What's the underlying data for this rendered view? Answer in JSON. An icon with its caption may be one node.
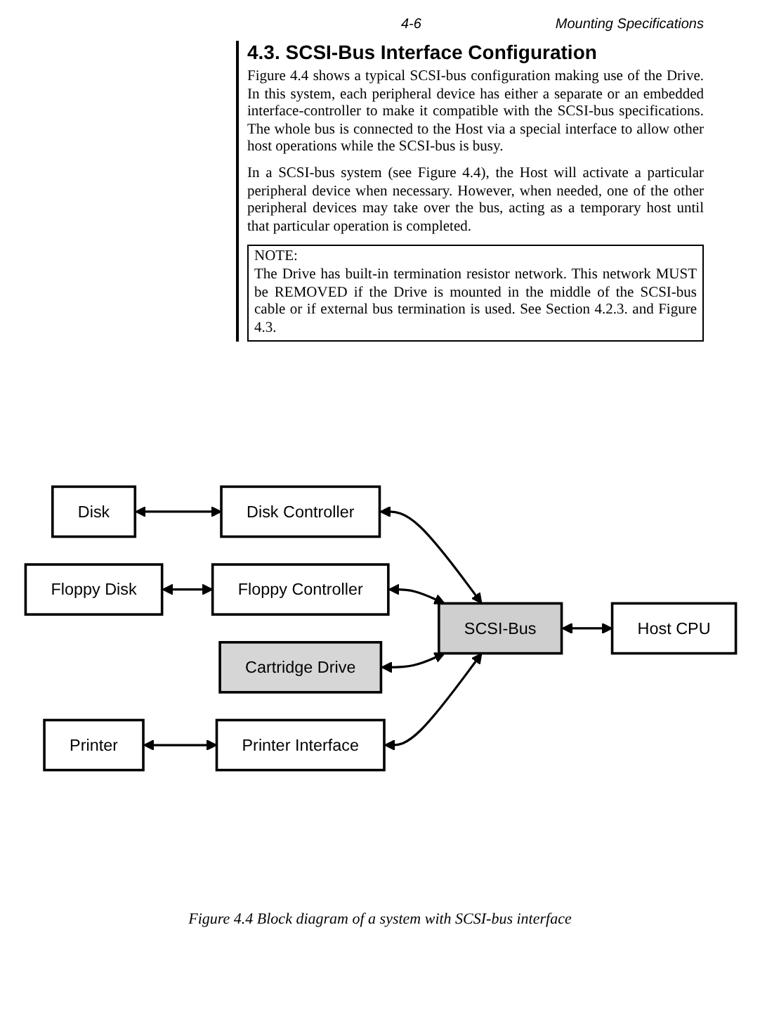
{
  "diagram": {
    "title": "4.3. SCSI-Bus Interface Configuration",
    "caption": "Figure 4.4 Block diagram of a system with SCSI-bus interface",
    "nodes": [
      {
        "text": [
          "Disk"
        ]
      },
      {
        "text": [
          "Disk Controller"
        ]
      },
      {
        "text": [
          "Floppy Disk"
        ]
      },
      {
        "text": [
          "Floppy Controller"
        ]
      },
      {
        "text": [
          "Cartridge Drive"
        ]
      },
      {
        "text": [
          "Printer"
        ]
      },
      {
        "text": [
          "Printer Interface"
        ]
      },
      {
        "text": [
          "SCSI-Bus"
        ]
      },
      {
        "text": [
          "Host CPU"
        ]
      }
    ],
    "edges": [
      {
        "from": 0,
        "to": 1,
        "arrow": "both"
      },
      {
        "from": 1,
        "to": 7,
        "arrow": "both"
      },
      {
        "from": 2,
        "to": 3,
        "arrow": "both"
      },
      {
        "from": 3,
        "to": 7,
        "arrow": "both"
      },
      {
        "from": 4,
        "to": 7,
        "arrow": "both"
      },
      {
        "from": 5,
        "to": 6,
        "arrow": "both"
      },
      {
        "from": 6,
        "to": 7,
        "arrow": "both"
      },
      {
        "from": 7,
        "to": 8,
        "arrow": "both"
      }
    ],
    "labels": [
      "4-6",
      "Mounting Specifications",
      "Figure 4.4 shows a typical SCSI-bus configuration making use of the Drive. In this system, each peripheral device has either a separate or an embedded interface-controller to make it compatible with the SCSI-bus specifications. The whole bus is connected to the Host via a special interface to allow other host operations while the SCSI-bus is busy.",
      "In a SCSI-bus system (see Figure 4.4), the Host will activate a particular peripheral device when necessary. However, when needed, one of the other peripheral devices may take over the bus, acting as a temporary host until that particular operation is completed.",
      "NOTE:",
      "The Drive has built-in termination resistor network. This network MUST be REMOVED if the Drive is mounted in the middle of the SCSI-bus cable or if external bus termination is used. See Section 4.2.3. and Figure 4.3."
    ]
  }
}
